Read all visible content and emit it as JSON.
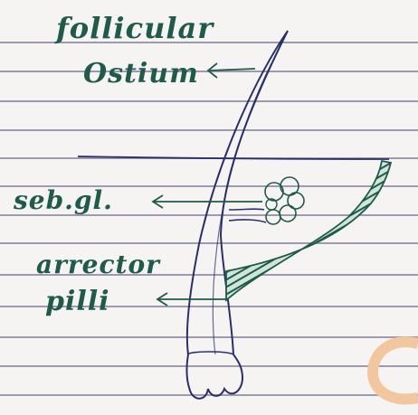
{
  "labels": {
    "follicular": "follicular",
    "ostium": "Ostium",
    "seb_gl": "seb.gl.",
    "arrector": "arrector",
    "pilli": "pilli"
  },
  "colors": {
    "ink_green": "#1f5a4a",
    "ink_blue": "#2a2f6a",
    "paper": "#f6f4f2",
    "ruled_line": "#8d8aa4",
    "mark_orange": "#f2c7a0"
  }
}
